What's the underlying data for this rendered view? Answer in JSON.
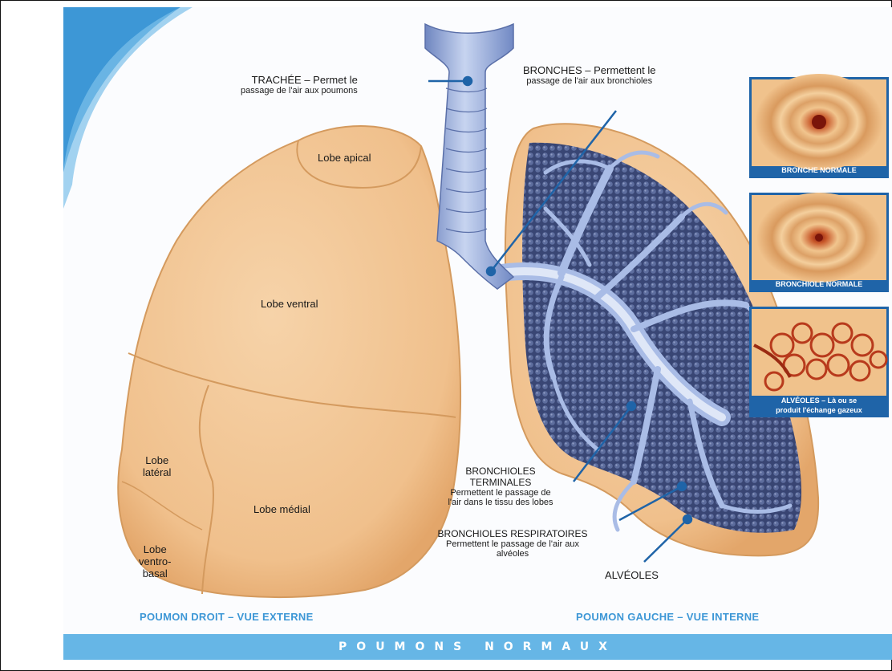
{
  "title": "POUMONS NORMAUX",
  "captions": {
    "right_lung": "POUMON DROIT – VUE EXTERNE",
    "left_lung": "POUMON GAUCHE – VUE INTERNE"
  },
  "lobes": {
    "apical": "Lobe apical",
    "ventral": "Lobe ventral",
    "lateral_1": "Lobe",
    "lateral_2": "latéral",
    "medial": "Lobe médial",
    "ventrobasal_1": "Lobe",
    "ventrobasal_2": "ventro-",
    "ventrobasal_3": "basal"
  },
  "labels": {
    "trachea_1": "TRACHÉE – Permet le",
    "trachea_2": "passage de l'air aux poumons",
    "bronchi_1": "BRONCHES – Permettent le",
    "bronchi_2": "passage de l'air aux bronchioles",
    "terminal_1": "BRONCHIOLES",
    "terminal_2": "TERMINALES",
    "terminal_3": "Permettent le passage de",
    "terminal_4": "l'air dans le tissu des lobes",
    "respiratory_1": "BRONCHIOLES RESPIRATOIRES",
    "respiratory_2": "Permettent le passage de l'air aux",
    "respiratory_3": "alvéoles",
    "alveoli": "ALVÉOLES"
  },
  "insets": {
    "bronche": "BRONCHE NORMALE",
    "bronchiole": "BRONCHIOLE NORMALE",
    "alveoles_1": "ALVÉOLES – Là ou se",
    "alveoles_2": "produit l'échange gazeux"
  },
  "colors": {
    "lung": "#f2c595",
    "lung_edge": "#d49a5e",
    "airway": "#8fa6d6",
    "alveoli": "#3c4f86",
    "accent": "#3d97d6",
    "leader": "#1f64a8"
  }
}
